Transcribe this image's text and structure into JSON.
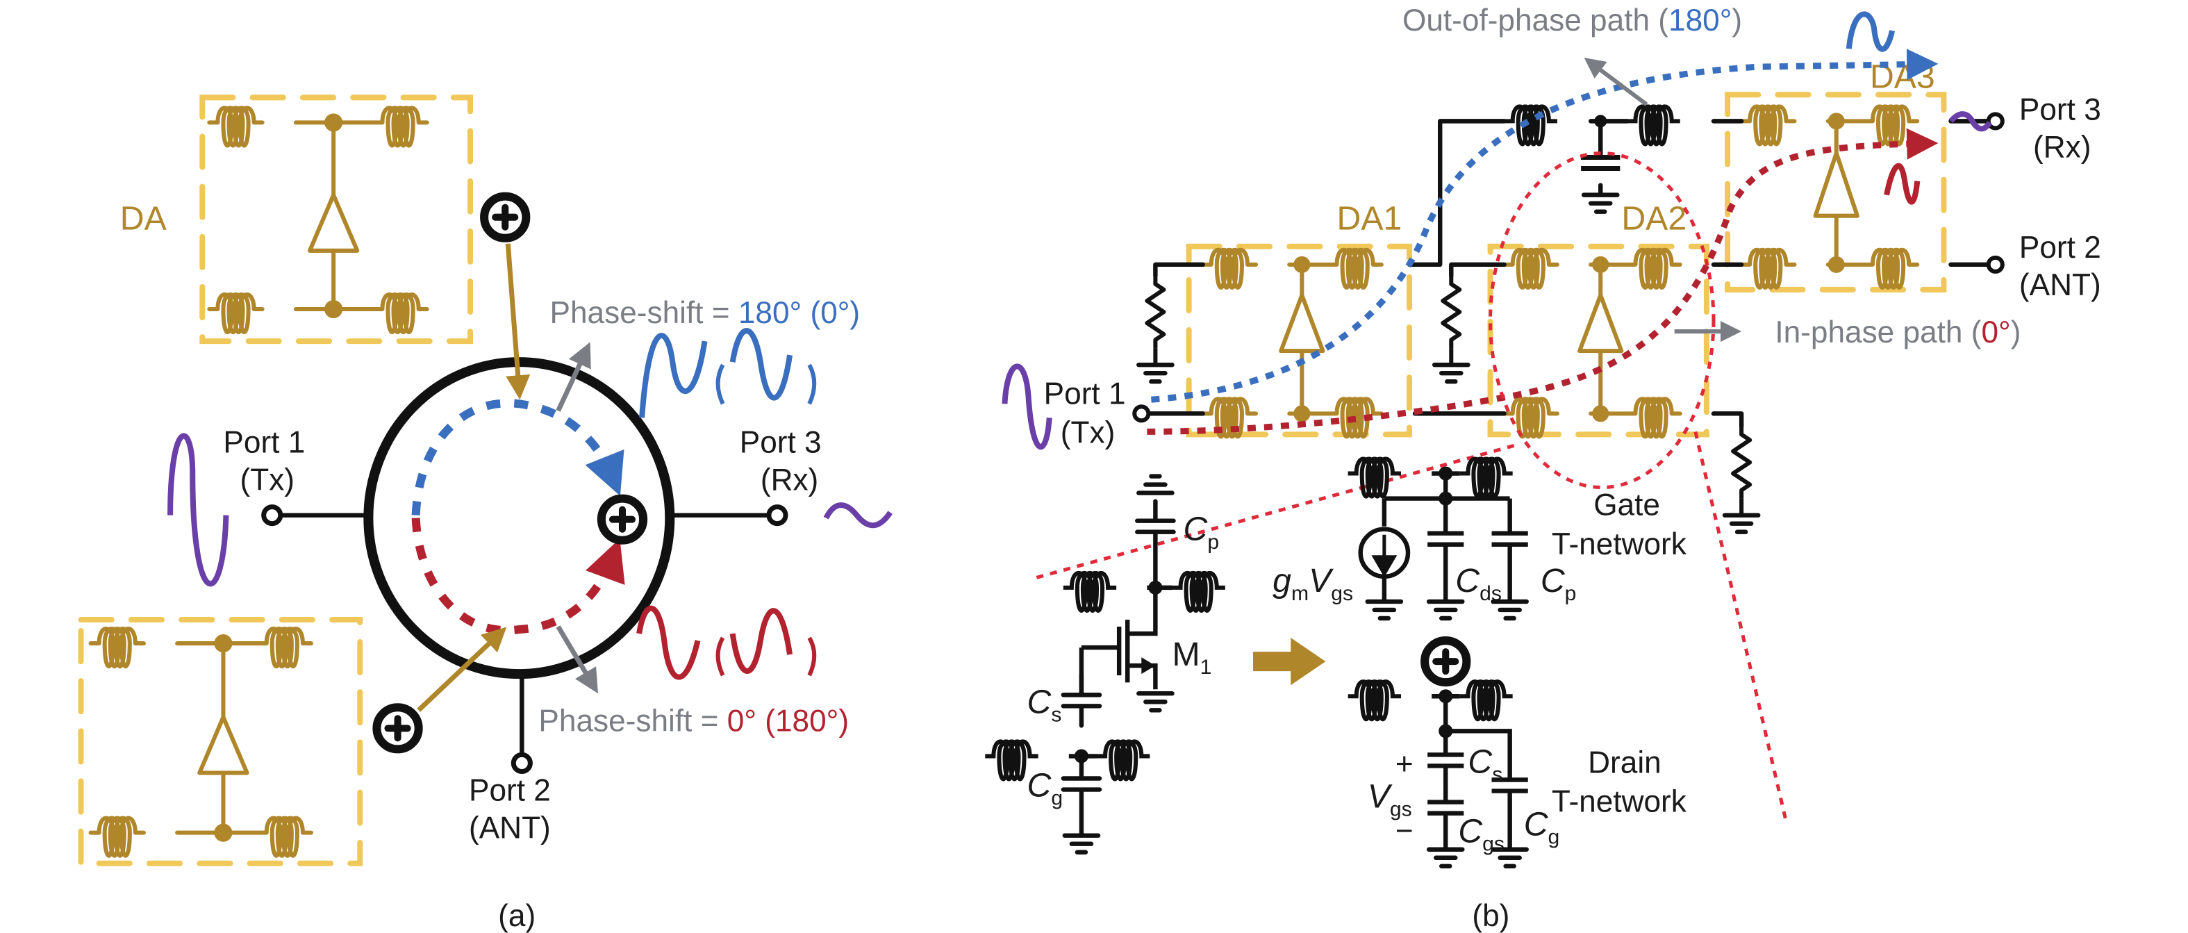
{
  "figure": {
    "panel_a": {
      "caption": "(a)",
      "da_label": "DA",
      "port1": {
        "name": "Port 1",
        "role": "(Tx)"
      },
      "port2": {
        "name": "Port 2",
        "role": "(ANT)"
      },
      "port3": {
        "name": "Port 3",
        "role": "(Rx)"
      },
      "phase_top": {
        "prefix": "Phase-shift = ",
        "value": "180° (0°)"
      },
      "phase_bottom": {
        "prefix": "Phase-shift = ",
        "value": "0° (180°)"
      }
    },
    "panel_b": {
      "caption": "(b)",
      "da1": "DA1",
      "da2": "DA2",
      "da3": "DA3",
      "port1": {
        "name": "Port 1",
        "role": "(Tx)"
      },
      "port2": {
        "name": "Port 2",
        "role": "(ANT)"
      },
      "port3": {
        "name": "Port 3",
        "role": "(Rx)"
      },
      "out_of_phase": {
        "prefix": "Out-of-phase path (",
        "value": "180°",
        "suffix": ")"
      },
      "in_phase": {
        "prefix": "In-phase path (",
        "value": "0°",
        "suffix": ")"
      },
      "gate_title": "Gate",
      "gate_sub": "T-network",
      "drain_title": "Drain",
      "drain_sub": "T-network",
      "transistor": {
        "base": "M",
        "sub": "1"
      },
      "cp": {
        "base": "C",
        "sub": "p"
      },
      "cs": {
        "base": "C",
        "sub": "s"
      },
      "cg": {
        "base": "C",
        "sub": "g"
      },
      "cds": {
        "base": "C",
        "sub": "ds"
      },
      "cgs": {
        "base": "C",
        "sub": "gs"
      },
      "gm": {
        "g": "g",
        "g_sub": "m",
        "v": "V",
        "v_sub": "gs"
      },
      "vgs": {
        "base": "V",
        "sub": "gs",
        "plus": "+",
        "minus": "−"
      }
    },
    "colors": {
      "gold": "#b0862a",
      "box_dash": "#f0c85a",
      "blue_path": "#3a6fbf",
      "red_path": "#b3222f",
      "purple_signal": "#6a3fa8",
      "gray_arrow": "#7a7e84",
      "zoom_circle": "#e02a3a"
    }
  }
}
